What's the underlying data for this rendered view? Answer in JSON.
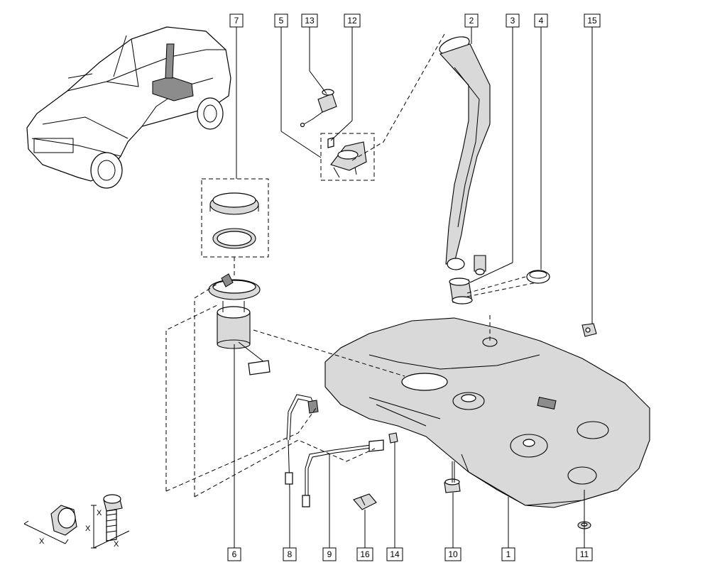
{
  "callouts": [
    {
      "id": "c1",
      "label": "1"
    },
    {
      "id": "c2",
      "label": "2"
    },
    {
      "id": "c3",
      "label": "3"
    },
    {
      "id": "c4",
      "label": "4"
    },
    {
      "id": "c5",
      "label": "5"
    },
    {
      "id": "c6",
      "label": "6"
    },
    {
      "id": "c7",
      "label": "7"
    },
    {
      "id": "c8",
      "label": "8"
    },
    {
      "id": "c9",
      "label": "9"
    },
    {
      "id": "c10",
      "label": "10"
    },
    {
      "id": "c11",
      "label": "11"
    },
    {
      "id": "c12",
      "label": "12"
    },
    {
      "id": "c13",
      "label": "13"
    },
    {
      "id": "c14",
      "label": "14"
    },
    {
      "id": "c15",
      "label": "15"
    },
    {
      "id": "c16",
      "label": "16"
    }
  ],
  "dimensions": {
    "clip_width": "X",
    "clip_height": "X",
    "bolt_length": "X",
    "bolt_width": "X"
  }
}
